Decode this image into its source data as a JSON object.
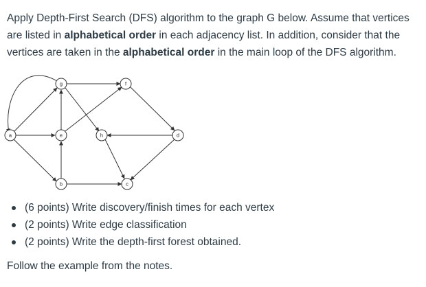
{
  "question": {
    "p1": "Apply Depth-First Search (DFS) algorithm to the graph G below. Assume that vertices are listed in ",
    "b1": "alphabetical order",
    "p2": " in each adjacency list. In addition, consider that the vertices are taken in the ",
    "b2": "alphabetical order",
    "p3": " in the main loop of the DFS algorithm."
  },
  "graph": {
    "nodes": {
      "a": "a",
      "b": "b",
      "c": "c",
      "d": "d",
      "e": "e",
      "f": "f",
      "g": "g",
      "h": "h"
    }
  },
  "tasks": [
    "(6 points) Write discovery/finish times for each vertex",
    "(2 points) Write edge classification",
    "(2 points) Write the depth-first forest obtained."
  ],
  "footer": "Follow the example from the notes."
}
